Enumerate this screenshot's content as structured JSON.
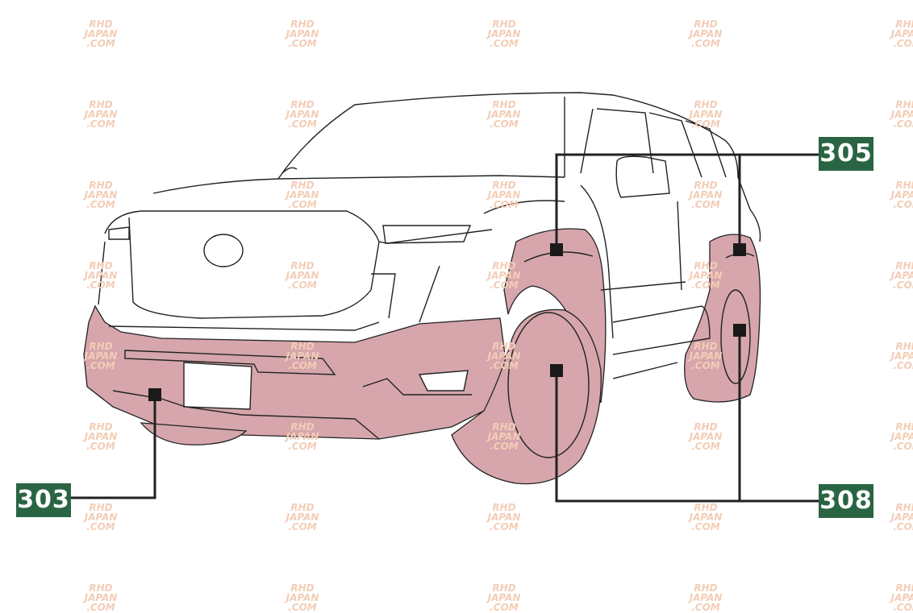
{
  "watermark": {
    "line1": "RHD",
    "line2": "JAPAN",
    "line3": ".COM"
  },
  "labels": {
    "front_bumper": "303",
    "fender_arch": "305",
    "wheel": "308"
  },
  "colors": {
    "highlight": "#d6a6ac",
    "label_bg": "#2a6543",
    "watermark": "#f7dccb"
  }
}
